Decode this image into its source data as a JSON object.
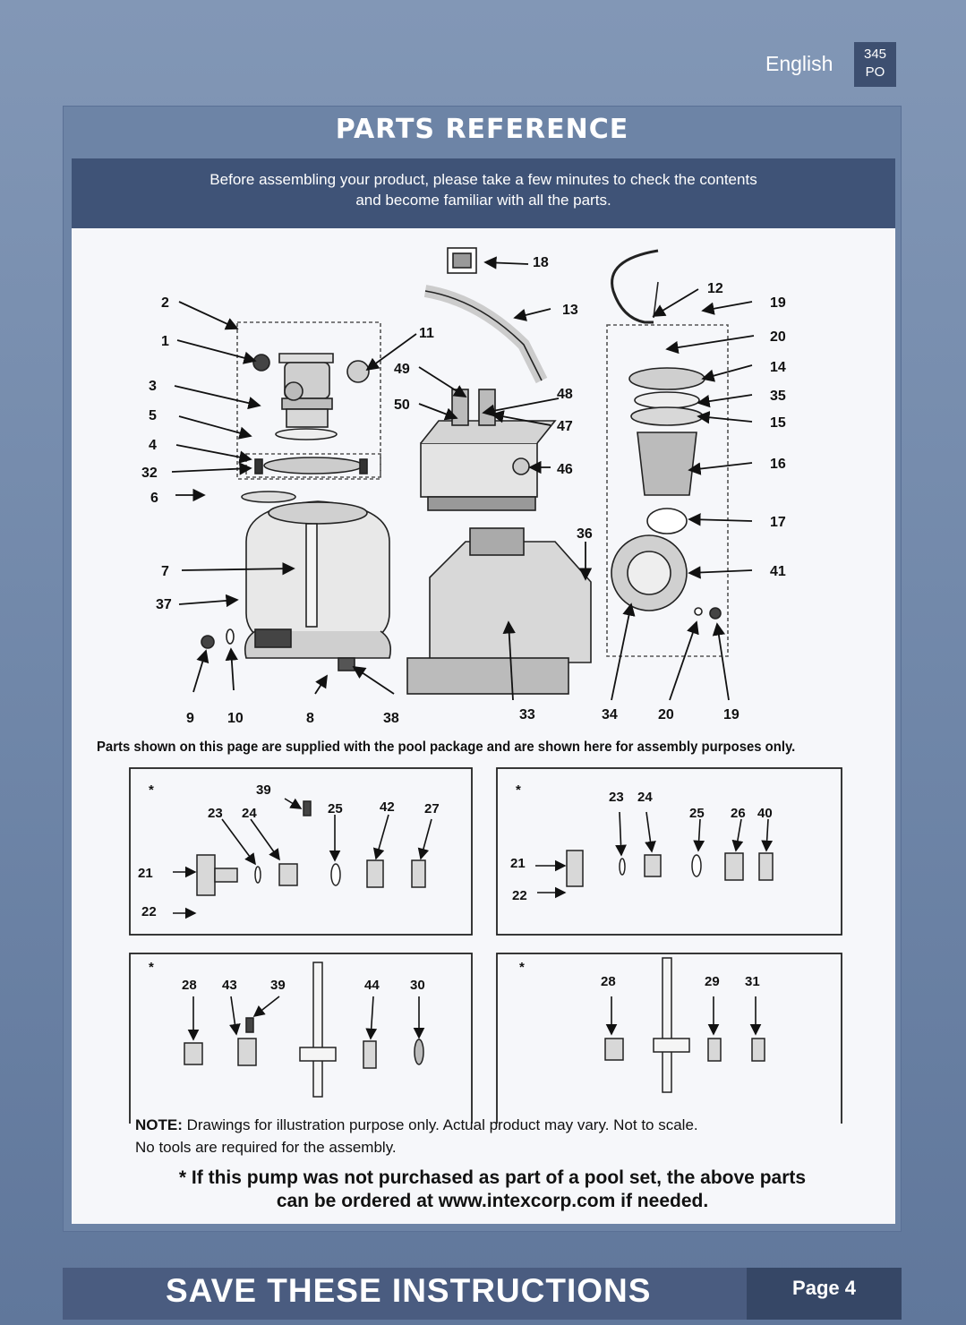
{
  "header": {
    "language": "English",
    "model_code_line1": "345",
    "model_code_line2": "PO"
  },
  "section": {
    "title": "PARTS REFERENCE",
    "intro_line1": "Before assembling your product, please take a few minutes to check the contents",
    "intro_line2": "and become familiar with all the parts."
  },
  "diagram": {
    "part_labels": [
      "1",
      "2",
      "3",
      "4",
      "5",
      "6",
      "7",
      "8",
      "9",
      "10",
      "11",
      "12",
      "13",
      "14",
      "15",
      "16",
      "17",
      "18",
      "19",
      "20",
      "32",
      "33",
      "34",
      "35",
      "36",
      "37",
      "38",
      "41",
      "46",
      "47",
      "48",
      "49",
      "50"
    ],
    "fittings_set_a": [
      "21",
      "22",
      "23",
      "24",
      "25",
      "27",
      "39",
      "42"
    ],
    "fittings_set_b": [
      "21",
      "22",
      "23",
      "24",
      "25",
      "26",
      "40"
    ],
    "fittings_set_c": [
      "28",
      "30",
      "39",
      "43",
      "44"
    ],
    "fittings_set_d": [
      "28",
      "29",
      "31"
    ],
    "optional_marker": "*"
  },
  "notes": {
    "supplied": "Parts shown on this page are supplied with the pool package and are shown here for assembly purposes only.",
    "note_label": "NOTE:",
    "note_text": " Drawings for illustration purpose only. Actual product may vary. Not to scale.",
    "tools": "No tools are required for the assembly.",
    "order_line1": "* If this pump was not purchased as part of a pool set, the above parts",
    "order_line2": "can be ordered at www.intexcorp.com if needed."
  },
  "footer": {
    "title": "SAVE THESE INSTRUCTIONS",
    "page": "Page 4"
  }
}
